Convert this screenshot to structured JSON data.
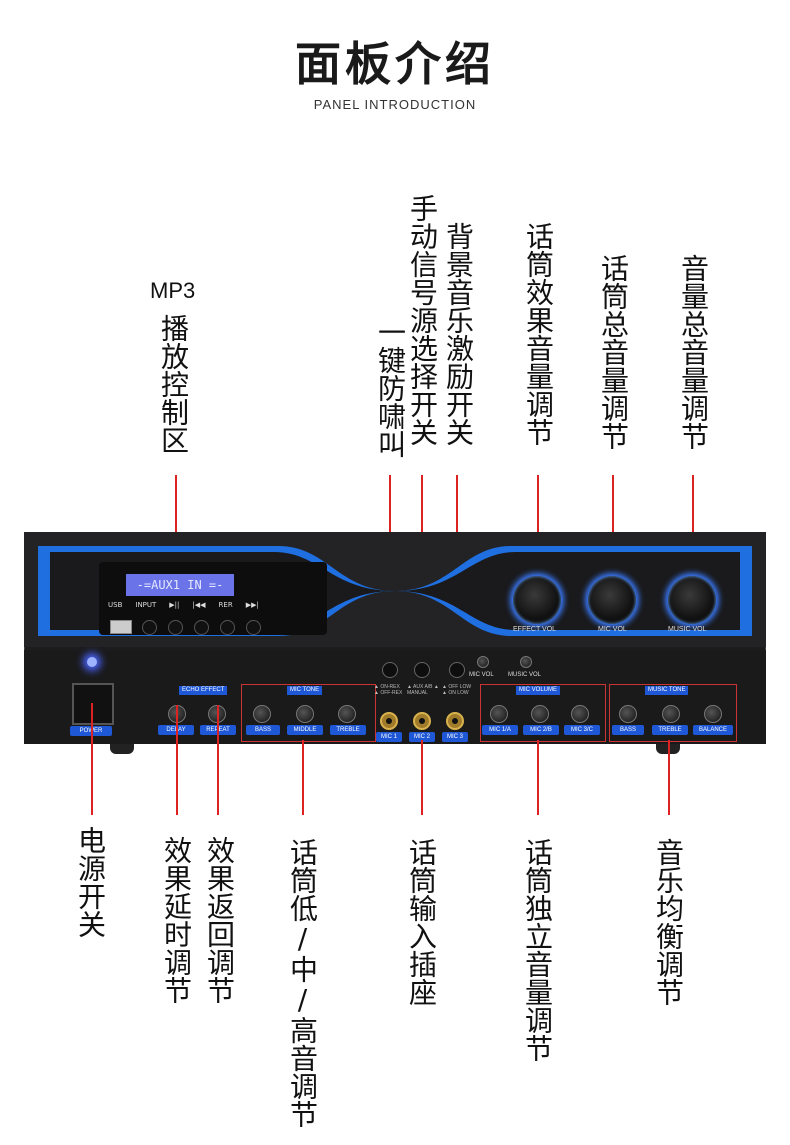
{
  "header": {
    "title": "面板介绍",
    "subtitle": "PANEL INTRODUCTION"
  },
  "top_labels": {
    "mp3_prefix": "MP3",
    "mp3": "播放控制区",
    "manual_feedback": "手动信号源选择开关",
    "feedback_line2": "一键防啸叫",
    "bgm_exciter": "背景音乐激励开关",
    "effect_vol": "话筒效果音量调节",
    "mic_vol": "话筒总音量调节",
    "music_vol": "音量总音量调节"
  },
  "bottom_labels": {
    "power": "电源开关",
    "delay": "效果延时调节",
    "repeat": "效果返回调节",
    "mic_tone": "话筒低/中/高音调节",
    "mic_input": "话筒输入插座",
    "mic_volume": "话筒独立音量调节",
    "music_tone": "音乐均衡调节"
  },
  "device": {
    "lcd_text": "-=AUX1 IN =-",
    "mp3_controls": [
      "USB",
      "INPUT",
      "▶||",
      "|◀◀",
      "RER",
      "▶▶|"
    ],
    "effect_vol": "EFFECT VOL",
    "mic_vol": "MIC VOL",
    "music_vol": "MUSIC VOL",
    "power": "POWER",
    "effect_group": "ECHO EFFECT",
    "delay": "DELAY",
    "repeat": "REPEAT",
    "mic_tone_group": "MIC TONE",
    "bass": "BASS",
    "middle": "MIDDLE",
    "treble": "TREBLE",
    "switch1": "▲ ON-REX ▲ OFF-REX",
    "switch2": "▲ AUX A/B ▲ MANUAL",
    "switch3": "▲ OFF LOW ▲ ON LOW",
    "mic_vol_small": "MIC VOL",
    "music_vol_small": "MUSIC VOL",
    "mic1": "MIC 1",
    "mic2": "MIC 2",
    "mic3": "MIC 3",
    "mic_volume_group": "MIC VOLUME",
    "mic1a": "MIC 1/A",
    "mic2b": "MIC 2/B",
    "mic3c": "MIC 3/C",
    "music_tone_group": "MUSIC TONE",
    "m_bass": "BASS",
    "m_treble": "TREBLE",
    "balance": "BALANCE"
  },
  "colors": {
    "accent_blue": "#1f58d6",
    "callout_red": "#d22222",
    "led_blue": "#4a64ff"
  }
}
